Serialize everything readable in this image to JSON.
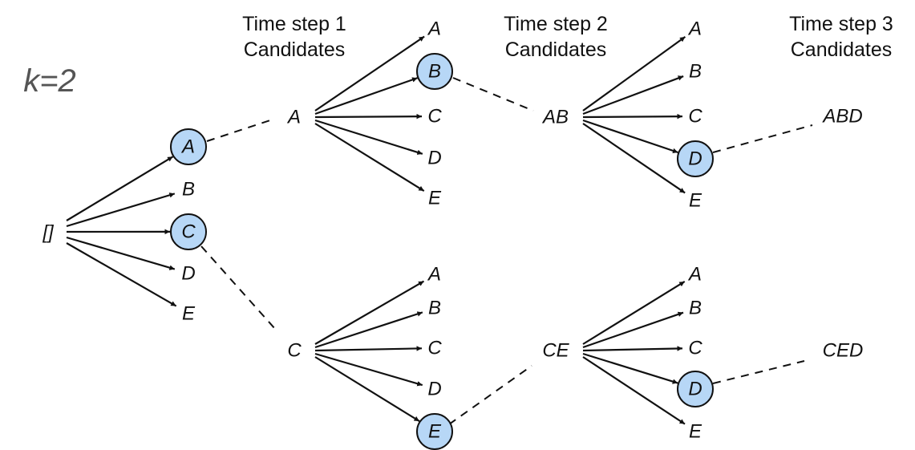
{
  "beam_width_label": "k=2",
  "headers": [
    "Time step 1\nCandidates",
    "Time step 2\nCandidates",
    "Time step 3\nCandidates"
  ],
  "colors": {
    "selected_fill": "#b7d7f6",
    "stroke": "#111111"
  },
  "root": "[]",
  "step1": {
    "candidates": [
      "A",
      "B",
      "C",
      "D",
      "E"
    ],
    "selected": [
      "A",
      "C"
    ]
  },
  "step2": {
    "upper": {
      "prefix": "A",
      "candidates": [
        "A",
        "B",
        "C",
        "D",
        "E"
      ],
      "selected": "B"
    },
    "lower": {
      "prefix": "C",
      "candidates": [
        "A",
        "B",
        "C",
        "D",
        "E"
      ],
      "selected": "E"
    }
  },
  "step3": {
    "upper": {
      "prefix": "AB",
      "candidates": [
        "A",
        "B",
        "C",
        "D",
        "E"
      ],
      "selected": "D",
      "result": "ABD"
    },
    "lower": {
      "prefix": "CE",
      "candidates": [
        "A",
        "B",
        "C",
        "D",
        "E"
      ],
      "selected": "D",
      "result": "CED"
    }
  }
}
